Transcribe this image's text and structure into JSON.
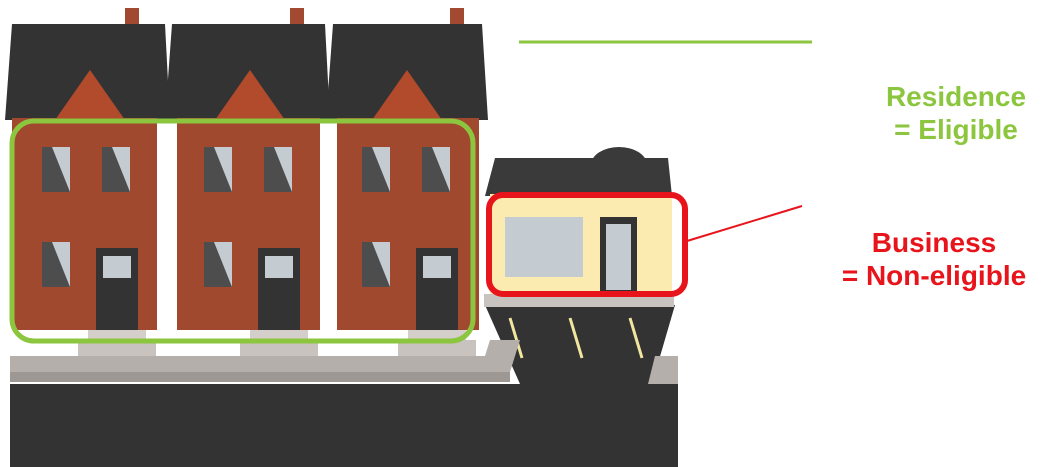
{
  "colors": {
    "eligible": "#8cc63f",
    "non_eligible": "#e8141b",
    "brick": "#a0492f",
    "roof": "#333333",
    "gable": "#b24b2c",
    "chimney": "#a14a31",
    "window": "#c5ccd1",
    "window_shade": "#4d4d4d",
    "door": "#333333",
    "sidewalk": "#b5afab",
    "sidewalk_shadow": "#9e9894",
    "road": "#333333",
    "road_marking": "#f0e6a0",
    "shop_wall": "#fcebb0",
    "shop_roof": "#3a3a3a",
    "shop_sign": "#c8c8c8"
  },
  "residence": {
    "line1": "Residence",
    "line2": "= Eligible"
  },
  "business": {
    "line1": "Business",
    "line2": "= Non-eligible"
  }
}
